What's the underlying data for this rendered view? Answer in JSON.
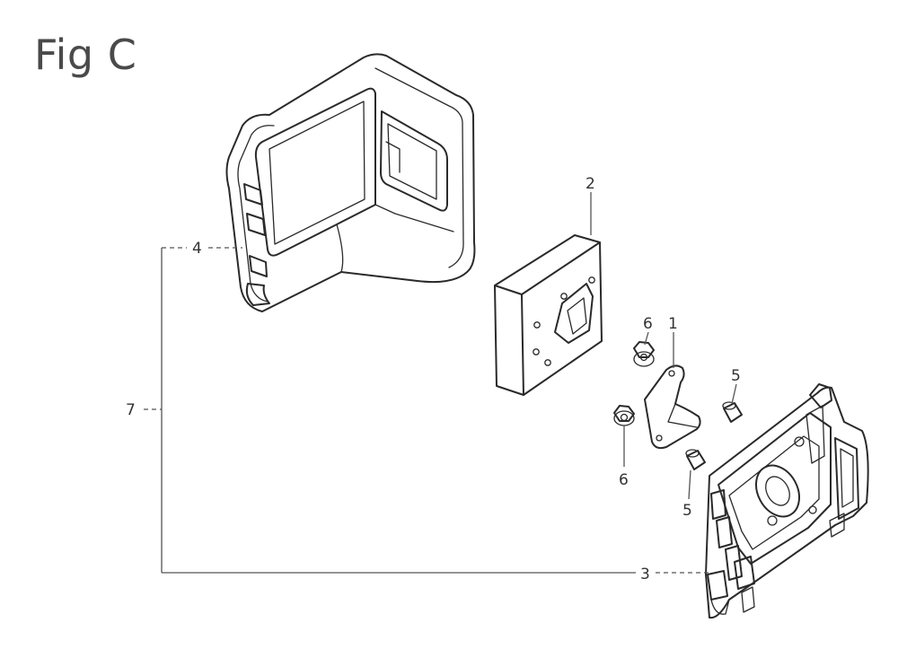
{
  "figure": {
    "title": "Fig C"
  },
  "callouts": {
    "c1": "1",
    "c2": "2",
    "c3": "3",
    "c4": "4",
    "c5a": "5",
    "c5b": "5",
    "c6a": "6",
    "c6b": "6",
    "c7": "7"
  },
  "colors": {
    "ink": "#2a2a2a",
    "leader": "#555555",
    "title": "#4a4a4a",
    "background": "#ffffff"
  }
}
